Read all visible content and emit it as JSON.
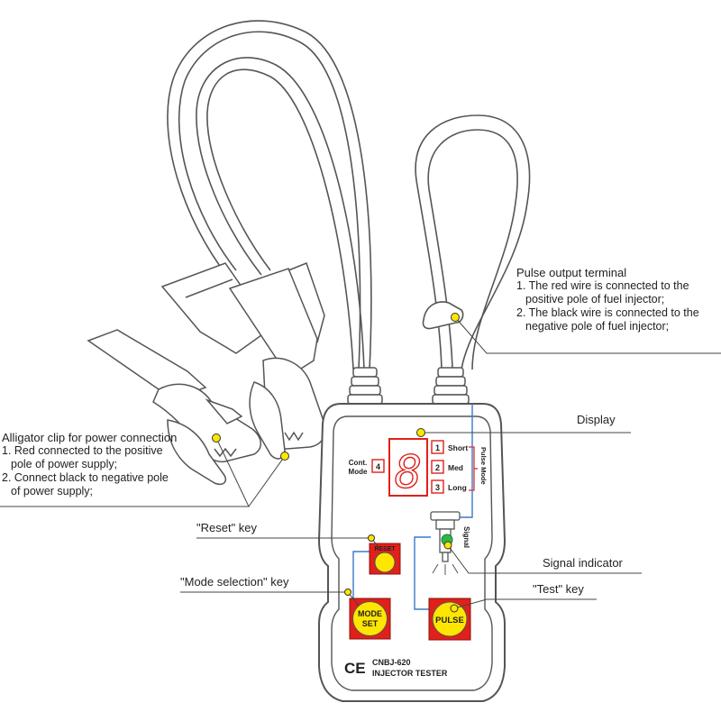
{
  "device": {
    "model": "CNBJ-620",
    "name": "INJECTOR TESTER",
    "ce_mark": "CE",
    "display_digit": "8",
    "cont_mode_label_1": "Cont.",
    "cont_mode_label_2": "Mode",
    "cont_mode_number": "4",
    "pulse_modes": [
      {
        "number": "1",
        "label": "Short"
      },
      {
        "number": "2",
        "label": "Med"
      },
      {
        "number": "3",
        "label": "Long"
      }
    ],
    "pulse_mode_side_label": "Pulse Mode",
    "signal_label": "Signal",
    "reset_button_label": "RESET",
    "mode_button_label_1": "MODE",
    "mode_button_label_2": "SET",
    "pulse_button_label": "PULSE"
  },
  "callouts": {
    "pulse_output": {
      "title": "Pulse output terminal",
      "line1a": "1. The red wire is connected to the",
      "line1b": "positive pole of fuel injector;",
      "line2a": "2. The black wire is connected to the",
      "line2b": "negative pole of fuel injector;"
    },
    "alligator": {
      "title": "Alligator clip for power connection",
      "line1a": "1. Red connected to the positive",
      "line1b": "pole of power supply;",
      "line2a": "2. Connect black to negative pole",
      "line2b": "of power supply;"
    },
    "display": "Display",
    "reset_key": "\"Reset\" key",
    "mode_key": "\"Mode selection\" key",
    "signal_indicator": "Signal indicator",
    "test_key": "\"Test\" key"
  },
  "colors": {
    "outline": "#555555",
    "red": "#e0201a",
    "yellow": "#ffe600",
    "blue_wire": "#3a78c8",
    "green_led": "#2fb64a"
  }
}
